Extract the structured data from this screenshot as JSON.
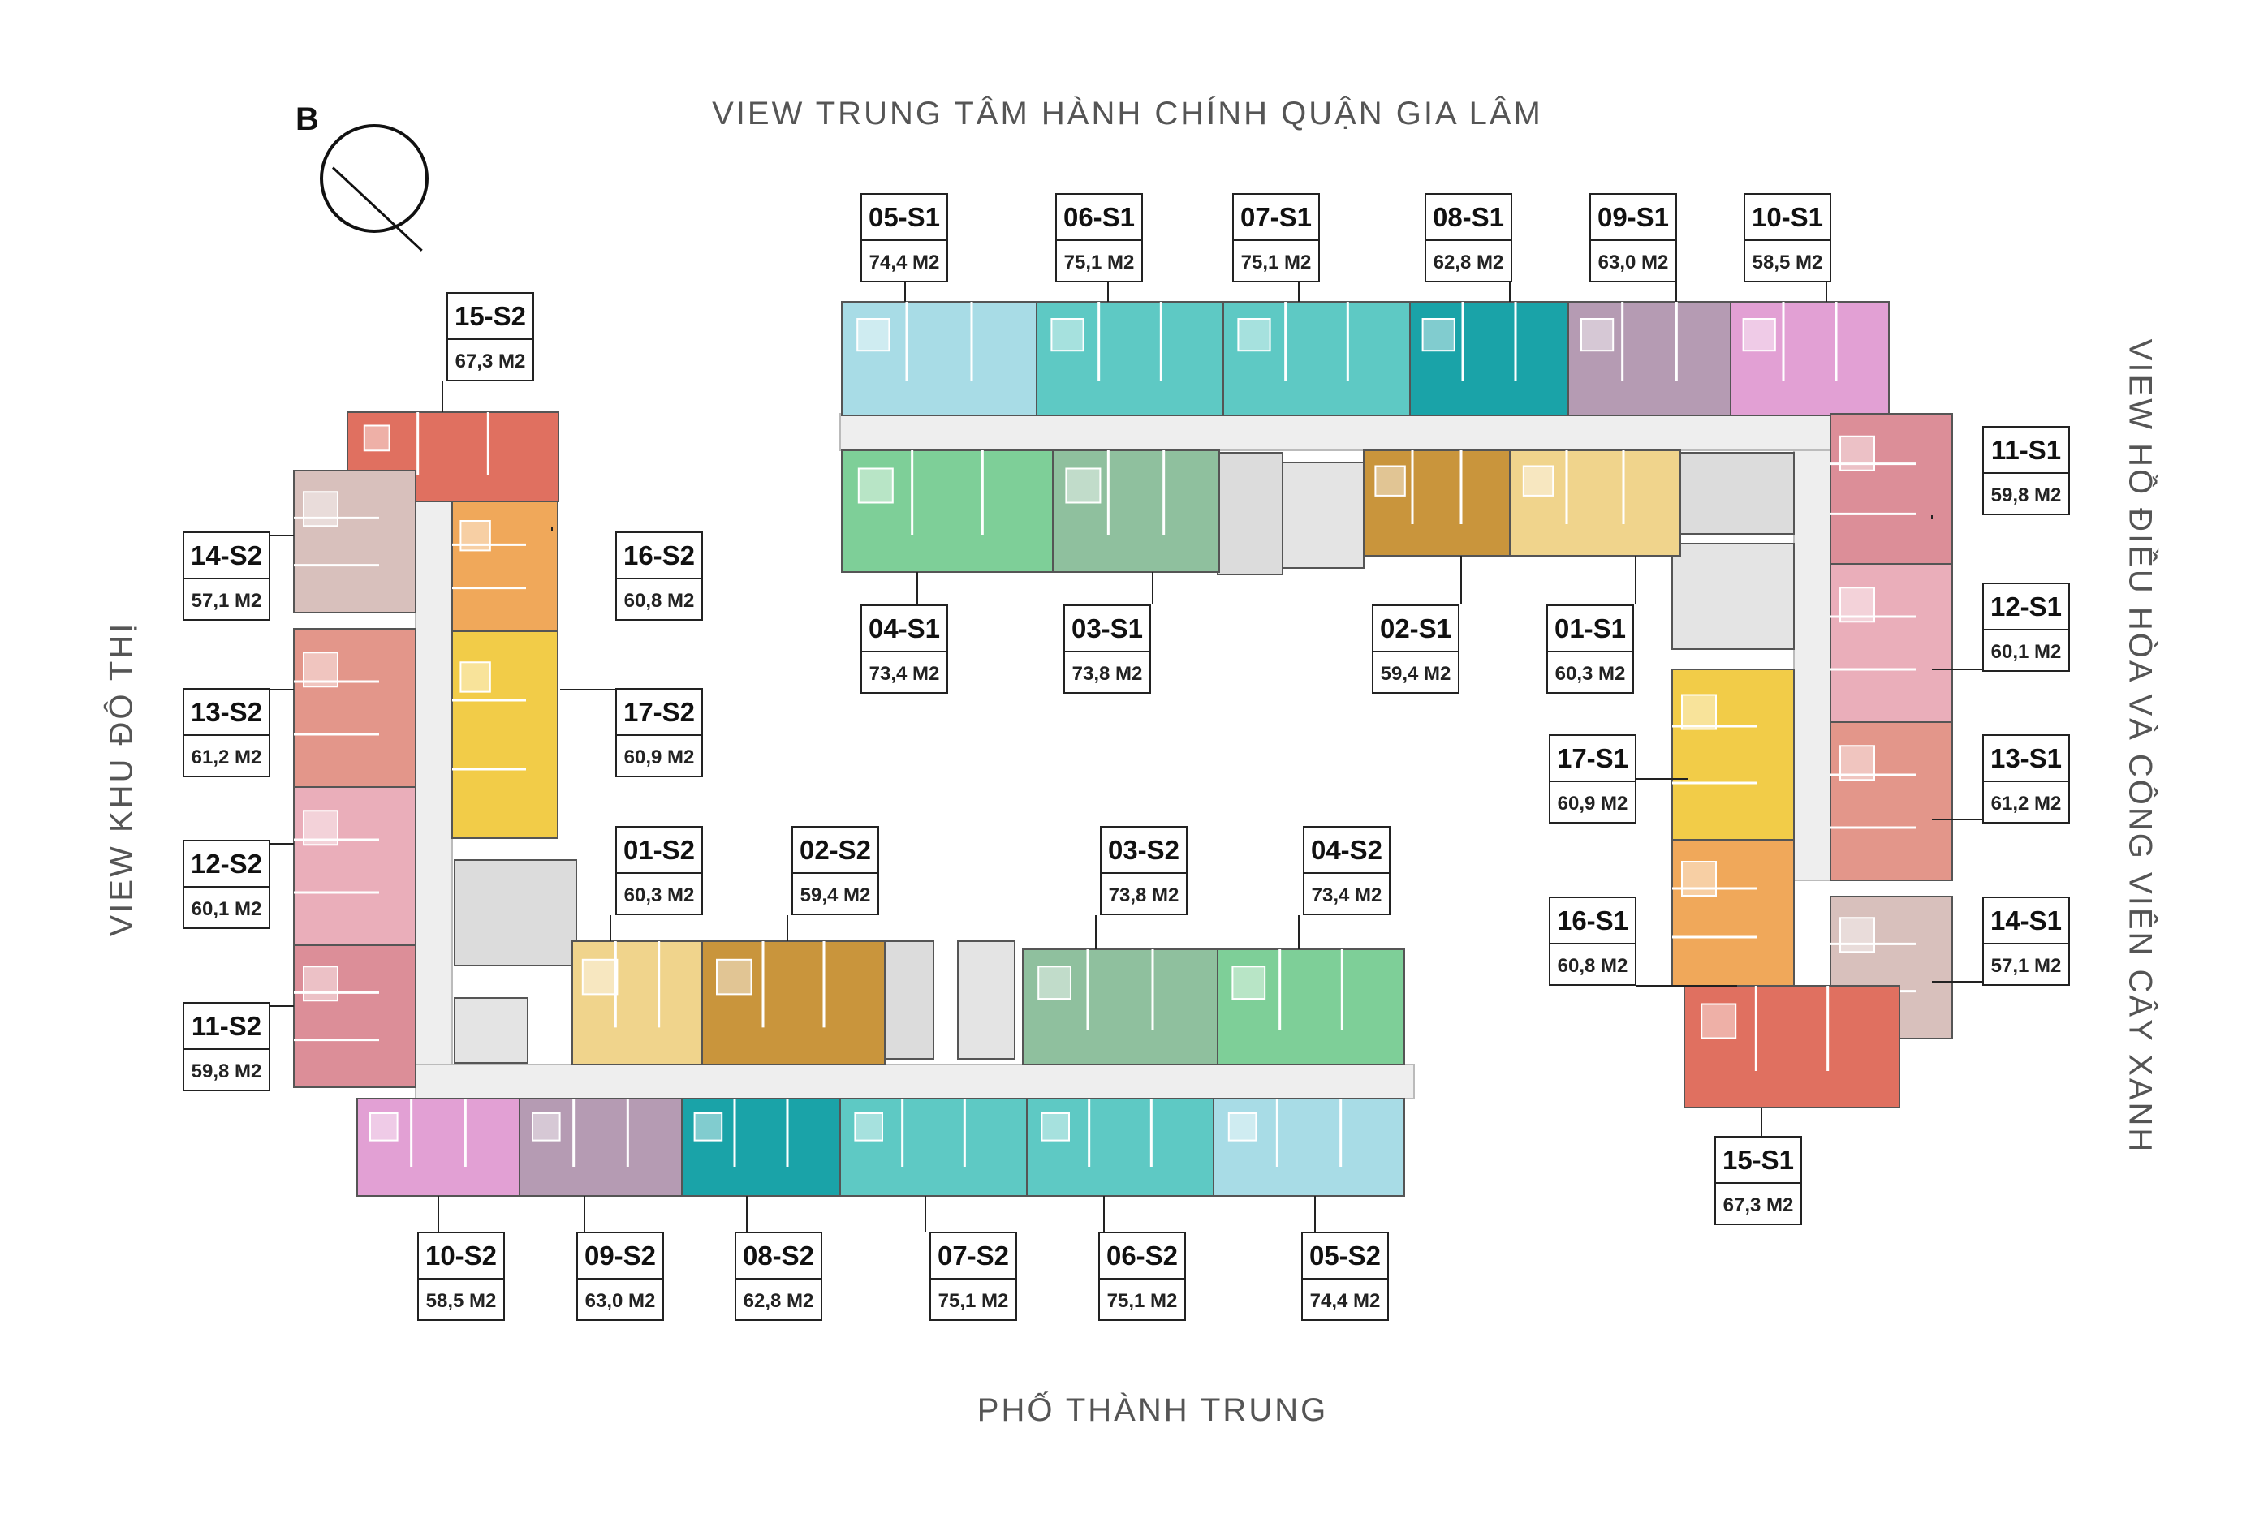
{
  "views": {
    "top": "VIEW TRUNG TÂM HÀNH CHÍNH QUẬN GIA LÂM",
    "bottom": "PHỐ THÀNH TRUNG",
    "left": "VIEW KHU ĐÔ THỊ",
    "right": "VIEW HỒ ĐIỀU HÒA VÀ CÔNG VIÊN CÂY XANH"
  },
  "compass": {
    "letter": "B"
  },
  "units": {
    "s1": [
      {
        "name": "05-S1",
        "area": "74,4 M2",
        "color": "#a8dce6"
      },
      {
        "name": "06-S1",
        "area": "75,1 M2",
        "color": "#5ec9c4"
      },
      {
        "name": "07-S1",
        "area": "75,1 M2",
        "color": "#5ec9c4"
      },
      {
        "name": "08-S1",
        "area": "62,8 M2",
        "color": "#1aa3a8"
      },
      {
        "name": "09-S1",
        "area": "63,0 M2",
        "color": "#b59bb3"
      },
      {
        "name": "10-S1",
        "area": "58,5 M2",
        "color": "#e2a0d4"
      },
      {
        "name": "04-S1",
        "area": "73,4 M2",
        "color": "#7ecf98"
      },
      {
        "name": "03-S1",
        "area": "73,8 M2",
        "color": "#8fc09e"
      },
      {
        "name": "02-S1",
        "area": "59,4 M2",
        "color": "#c9953c"
      },
      {
        "name": "01-S1",
        "area": "60,3 M2",
        "color": "#f0d48c"
      },
      {
        "name": "11-S1",
        "area": "59,8 M2",
        "color": "#dc8e98"
      },
      {
        "name": "12-S1",
        "area": "60,1 M2",
        "color": "#eaaeba"
      },
      {
        "name": "13-S1",
        "area": "61,2 M2",
        "color": "#e3968a"
      },
      {
        "name": "14-S1",
        "area": "57,1 M2",
        "color": "#d8c0bc"
      },
      {
        "name": "17-S1",
        "area": "60,9 M2",
        "color": "#f2cc48"
      },
      {
        "name": "16-S1",
        "area": "60,8 M2",
        "color": "#f0a85a"
      },
      {
        "name": "15-S1",
        "area": "67,3 M2",
        "color": "#e07060"
      }
    ],
    "s2": [
      {
        "name": "15-S2",
        "area": "67,3 M2",
        "color": "#e07060"
      },
      {
        "name": "14-S2",
        "area": "57,1 M2",
        "color": "#d8c0bc"
      },
      {
        "name": "16-S2",
        "area": "60,8 M2",
        "color": "#f0a85a"
      },
      {
        "name": "13-S2",
        "area": "61,2 M2",
        "color": "#e3968a"
      },
      {
        "name": "17-S2",
        "area": "60,9 M2",
        "color": "#f2cc48"
      },
      {
        "name": "12-S2",
        "area": "60,1 M2",
        "color": "#eaaeba"
      },
      {
        "name": "11-S2",
        "area": "59,8 M2",
        "color": "#dc8e98"
      },
      {
        "name": "01-S2",
        "area": "60,3 M2",
        "color": "#f0d48c"
      },
      {
        "name": "02-S2",
        "area": "59,4 M2",
        "color": "#c9953c"
      },
      {
        "name": "03-S2",
        "area": "73,8 M2",
        "color": "#8fc09e"
      },
      {
        "name": "04-S2",
        "area": "73,4 M2",
        "color": "#7ecf98"
      },
      {
        "name": "10-S2",
        "area": "58,5 M2",
        "color": "#e2a0d4"
      },
      {
        "name": "09-S2",
        "area": "63,0 M2",
        "color": "#b59bb3"
      },
      {
        "name": "08-S2",
        "area": "62,8 M2",
        "color": "#1aa3a8"
      },
      {
        "name": "07-S2",
        "area": "75,1 M2",
        "color": "#5ec9c4"
      },
      {
        "name": "06-S2",
        "area": "75,1 M2",
        "color": "#5ec9c4"
      },
      {
        "name": "05-S2",
        "area": "74,4 M2",
        "color": "#a8dce6"
      }
    ]
  },
  "colors": {
    "corridor": "#eeeeee",
    "core": "#dcdcdc",
    "line": "#222222"
  }
}
